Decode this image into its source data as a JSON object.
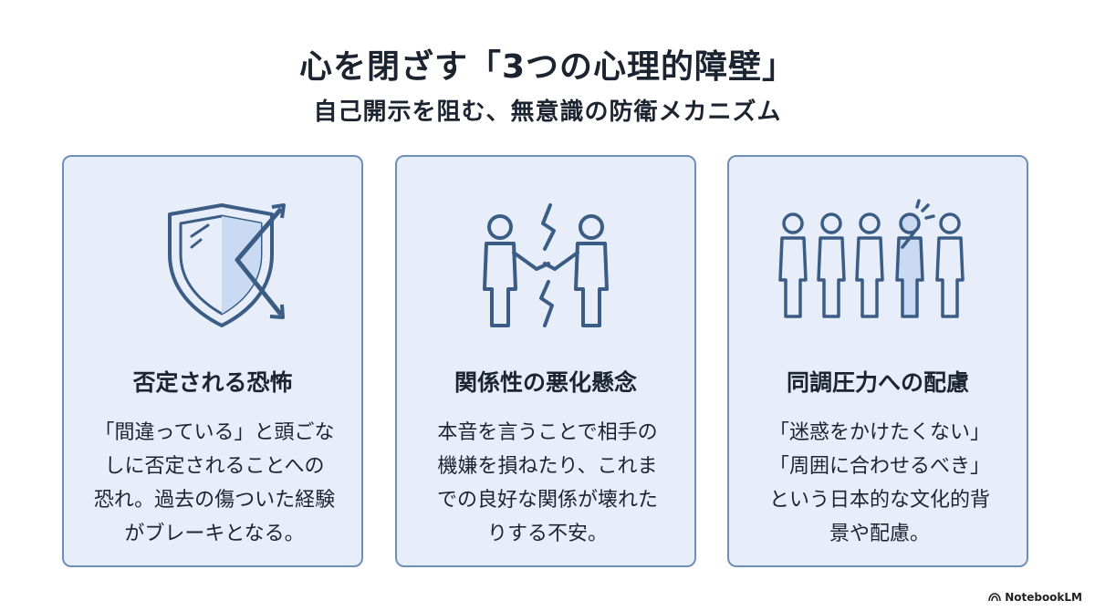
{
  "title": "心を閉ざす「3つの心理的障壁」",
  "subtitle": "自己開示を阻む、無意識の防衛メカニズム",
  "cards": [
    {
      "icon": "shield-deflect-icon",
      "title": "否定される恐怖",
      "lines": [
        "「間違っている」と頭ごな",
        "しに否定されることへの",
        "恐れ。過去の傷ついた経験",
        "がブレーキとなる。"
      ]
    },
    {
      "icon": "broken-relationship-icon",
      "title": "関係性の悪化懸念",
      "lines": [
        "本音を言うことで相手の",
        "機嫌を損ねたり、これま",
        "での良好な関係が壊れた",
        "りする不安。"
      ]
    },
    {
      "icon": "group-conformity-icon",
      "title": "同調圧力への配慮",
      "lines": [
        "「迷惑をかけたくない」",
        "「周囲に合わせるべき」",
        "という日本的な文化的背",
        "景や配慮。"
      ]
    }
  ],
  "footer": {
    "brand": "NotebookLM"
  },
  "colors": {
    "card_bg": "#e7eefa",
    "card_border": "#6f8fb9",
    "icon_stroke": "#3b5c85",
    "icon_fill": "#c9daf2"
  }
}
